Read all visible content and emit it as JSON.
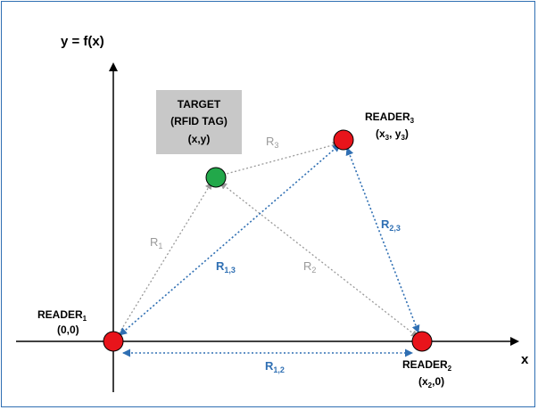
{
  "axes": {
    "y_label": "y = f(x)",
    "x_label": "x"
  },
  "target": {
    "title_line1": "TARGET",
    "title_line2": "(RFID TAG)",
    "coords": "(x,y)",
    "box_fill": "#c8c8c8",
    "dot_fill": "#22a84a"
  },
  "readers": {
    "reader1": {
      "base": "READER",
      "sub": "1",
      "coords": "(0,0)"
    },
    "reader2": {
      "base": "READER",
      "sub": "2",
      "coords_prefix": "(x",
      "coords_sub": "2",
      "coords_suffix": ",0)"
    },
    "reader3": {
      "base": "READER",
      "sub": "3",
      "coords_a": "(x",
      "coords_a_sub": "3",
      "coords_b": ", y",
      "coords_b_sub": "3",
      "coords_c": ")"
    },
    "dot_fill": "#e8141b"
  },
  "distances": {
    "r1": {
      "base": "R",
      "sub": "1"
    },
    "r2": {
      "base": "R",
      "sub": "2"
    },
    "r3": {
      "base": "R",
      "sub": "3"
    },
    "r12": {
      "base": "R",
      "sub": "1,2"
    },
    "r13": {
      "base": "R",
      "sub": "1,3"
    },
    "r23": {
      "base": "R",
      "sub": "2,3"
    }
  },
  "colors": {
    "gray_line": "#9a9a9a",
    "blue_line": "#2f6fb3",
    "frame": "#2f6fb3"
  }
}
